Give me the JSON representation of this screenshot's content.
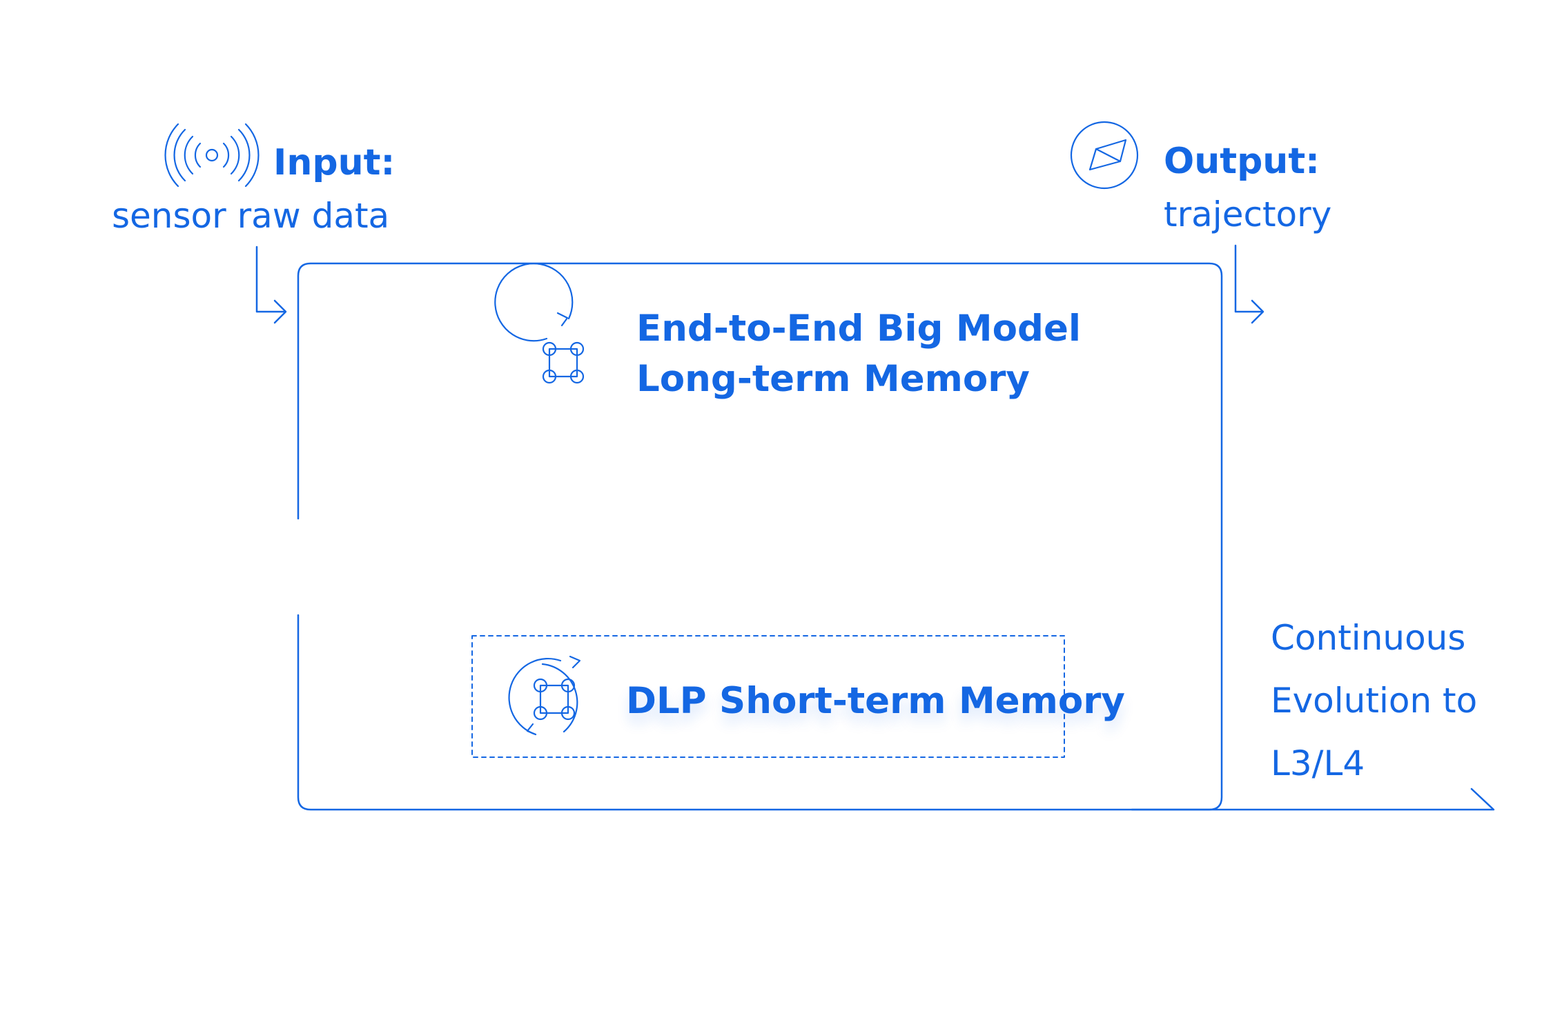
{
  "input": {
    "label": "Input:",
    "description": "sensor raw data",
    "icon": "signal-broadcast-icon"
  },
  "output": {
    "label": "Output:",
    "description": "trajectory",
    "icon": "compass-icon"
  },
  "model": {
    "line1": "End-to-End Big Model",
    "line2": "Long-term Memory",
    "icon": "command-cycle-icon"
  },
  "dlp": {
    "label": "DLP Short-term Memory",
    "icon": "command-cycle-icon"
  },
  "evolution": {
    "line1": "Continuous",
    "line2": "Evolution to",
    "line3": "L3/L4"
  },
  "colors": {
    "accent": "#1467e3"
  }
}
